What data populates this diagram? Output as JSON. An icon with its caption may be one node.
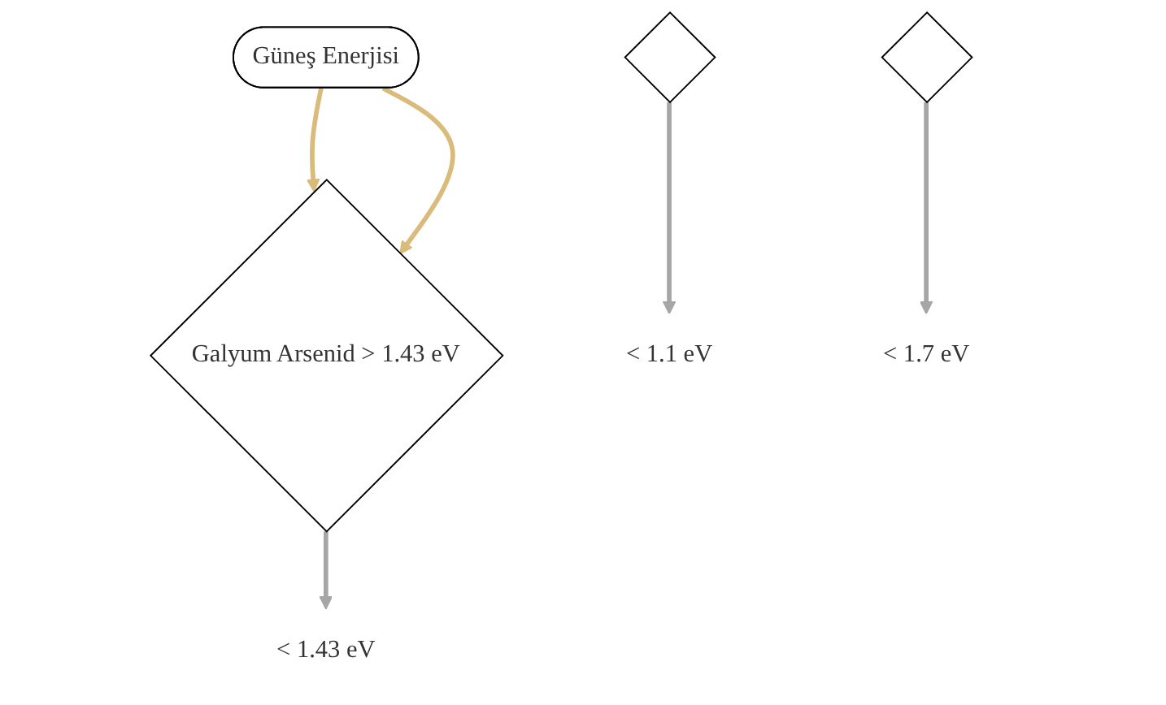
{
  "diagram": {
    "nodes": [
      {
        "text": [
          "Güneş Enerjisi"
        ]
      },
      {
        "text": [],
        "shape": "diamond"
      },
      {
        "text": [
          "Galyum Arsenid > 1.43 eV"
        ]
      },
      {
        "text": [],
        "shape": "diamond"
      },
      {
        "text": [
          "< 1.1 eV"
        ]
      },
      {
        "text": [
          "< 1.43 eV"
        ]
      },
      {
        "text": [
          "< 1.7 eV"
        ]
      }
    ],
    "edges": [
      {
        "from": 0,
        "to": 2,
        "arrow": "to",
        "color": "#d9bc7c"
      },
      {
        "from": 0,
        "to": 2,
        "arrow": "to",
        "color": "#d9bc7c"
      },
      {
        "from": 1,
        "to": 4,
        "arrow": "to"
      },
      {
        "from": 2,
        "to": 5,
        "arrow": "to"
      },
      {
        "from": 3,
        "to": 6,
        "arrow": "to"
      }
    ]
  }
}
